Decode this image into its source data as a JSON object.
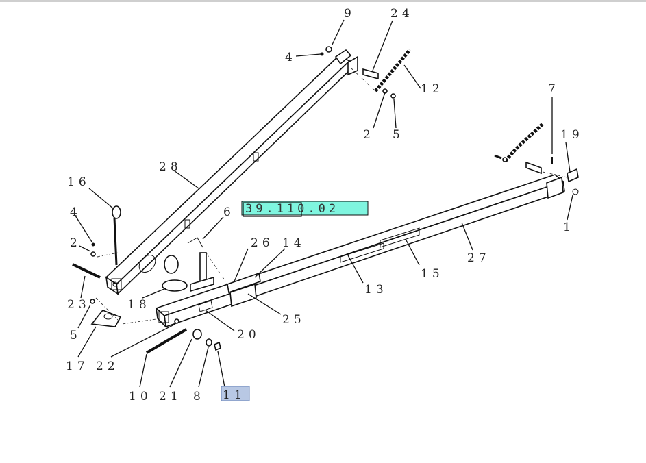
{
  "reference_box": {
    "label": "39.110.02",
    "highlighted": true
  },
  "selected_callout": "11",
  "callouts": [
    {
      "id": "9",
      "text": "9"
    },
    {
      "id": "24",
      "text": "24"
    },
    {
      "id": "4a",
      "text": "4"
    },
    {
      "id": "12",
      "text": "12"
    },
    {
      "id": "2a",
      "text": "2"
    },
    {
      "id": "5a",
      "text": "5"
    },
    {
      "id": "7",
      "text": "7"
    },
    {
      "id": "19",
      "text": "19"
    },
    {
      "id": "1",
      "text": "1"
    },
    {
      "id": "28",
      "text": "28"
    },
    {
      "id": "16",
      "text": "16"
    },
    {
      "id": "4b",
      "text": "4"
    },
    {
      "id": "6",
      "text": "6"
    },
    {
      "id": "2b",
      "text": "2"
    },
    {
      "id": "26",
      "text": "26"
    },
    {
      "id": "14",
      "text": "14"
    },
    {
      "id": "27",
      "text": "27"
    },
    {
      "id": "15",
      "text": "15"
    },
    {
      "id": "13",
      "text": "13"
    },
    {
      "id": "23",
      "text": "23"
    },
    {
      "id": "18",
      "text": "18"
    },
    {
      "id": "25",
      "text": "25"
    },
    {
      "id": "5b",
      "text": "5"
    },
    {
      "id": "20",
      "text": "20"
    },
    {
      "id": "17",
      "text": "17"
    },
    {
      "id": "22",
      "text": "22"
    },
    {
      "id": "10",
      "text": "10"
    },
    {
      "id": "21",
      "text": "21"
    },
    {
      "id": "8",
      "text": "8"
    },
    {
      "id": "11",
      "text": "11"
    }
  ]
}
